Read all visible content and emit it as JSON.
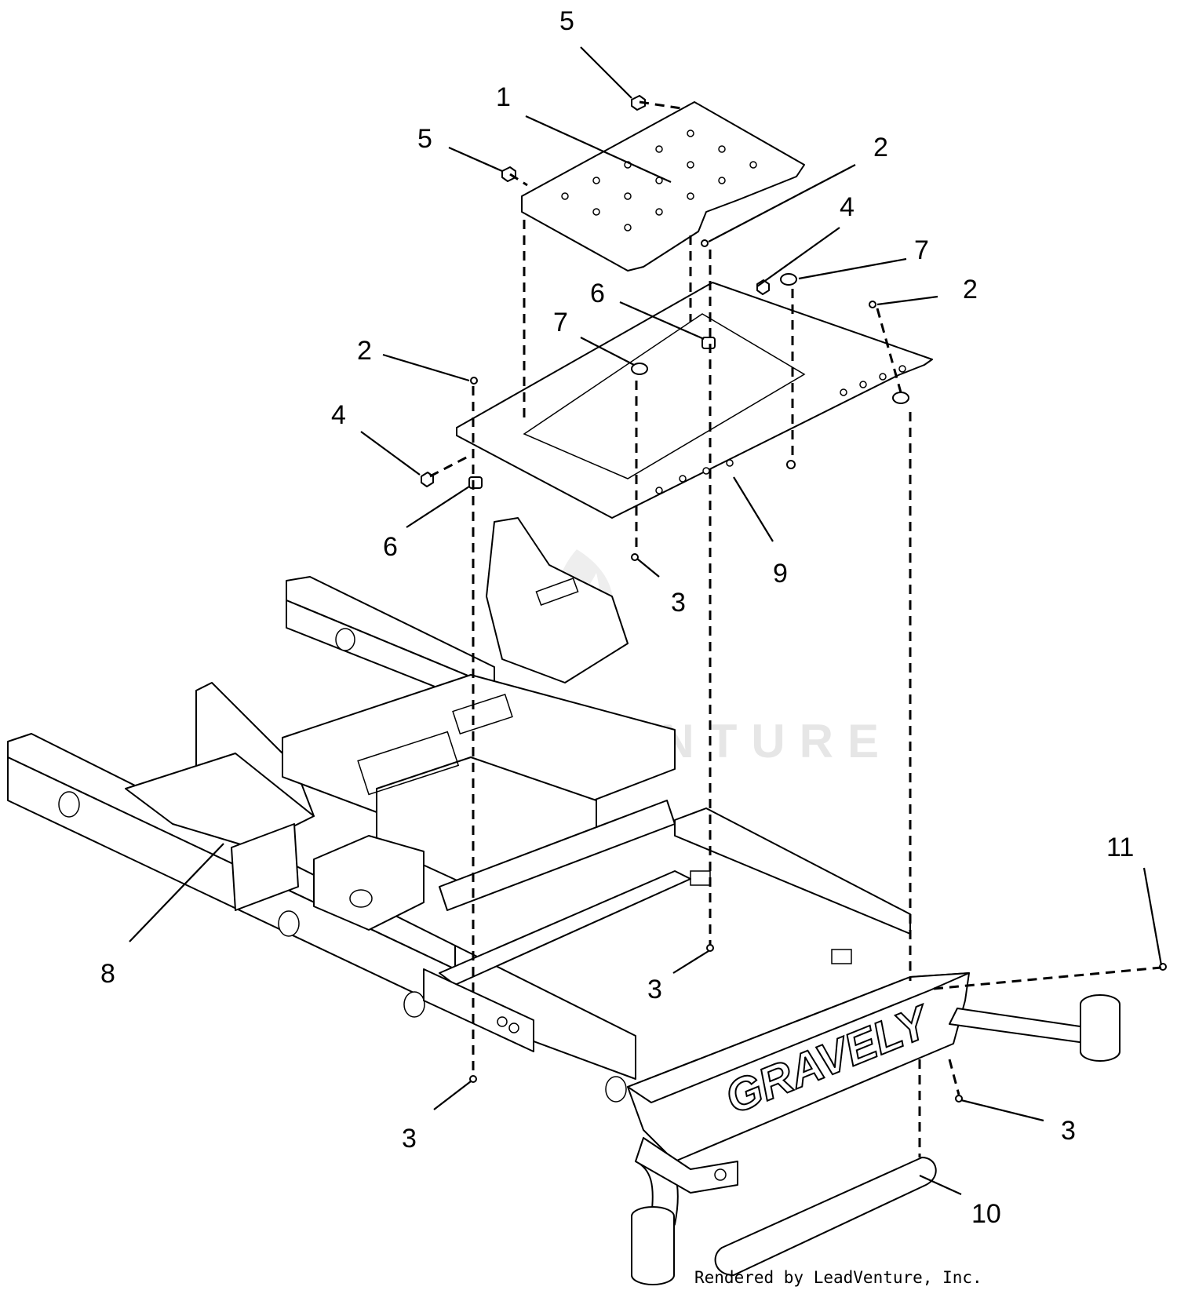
{
  "watermark": "LEADVENTURE",
  "brand_text": "GRAVELY",
  "credit": "Rendered by LeadVenture, Inc.",
  "callouts": [
    {
      "id": "c5a",
      "label": "5"
    },
    {
      "id": "c1",
      "label": "1"
    },
    {
      "id": "c5b",
      "label": "5"
    },
    {
      "id": "c2a",
      "label": "2"
    },
    {
      "id": "c4a",
      "label": "4"
    },
    {
      "id": "c7a",
      "label": "7"
    },
    {
      "id": "c2b",
      "label": "2"
    },
    {
      "id": "c6a",
      "label": "6"
    },
    {
      "id": "c7b",
      "label": "7"
    },
    {
      "id": "c2c",
      "label": "2"
    },
    {
      "id": "c4b",
      "label": "4"
    },
    {
      "id": "c6b",
      "label": "6"
    },
    {
      "id": "c9",
      "label": "9"
    },
    {
      "id": "c3a",
      "label": "3"
    },
    {
      "id": "c11",
      "label": "11"
    },
    {
      "id": "c8",
      "label": "8"
    },
    {
      "id": "c3b",
      "label": "3"
    },
    {
      "id": "c3c",
      "label": "3"
    },
    {
      "id": "c3d",
      "label": "3"
    },
    {
      "id": "c10",
      "label": "10"
    }
  ]
}
